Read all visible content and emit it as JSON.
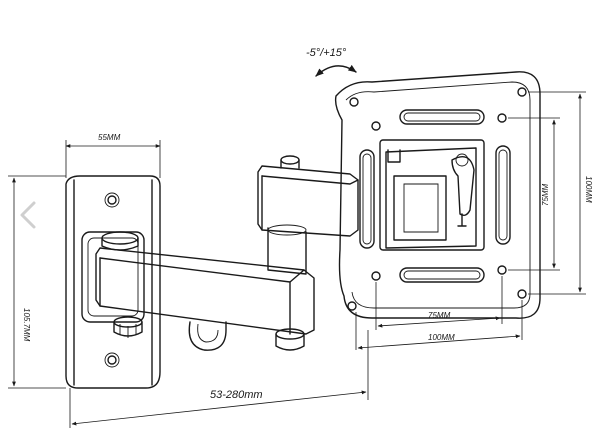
{
  "image_nav": {
    "prev_icon": "chevron-left-icon"
  },
  "diagram": {
    "tilt_label": "-5°/+15°",
    "width_wall_plate": "55MM",
    "height_wall_plate": "105.7MM",
    "extension_range": "53-280mm",
    "vesa_h_inner": "75MM",
    "vesa_h_outer": "100MM",
    "vesa_v_inner": "75MM",
    "vesa_v_outer": "100MM"
  }
}
